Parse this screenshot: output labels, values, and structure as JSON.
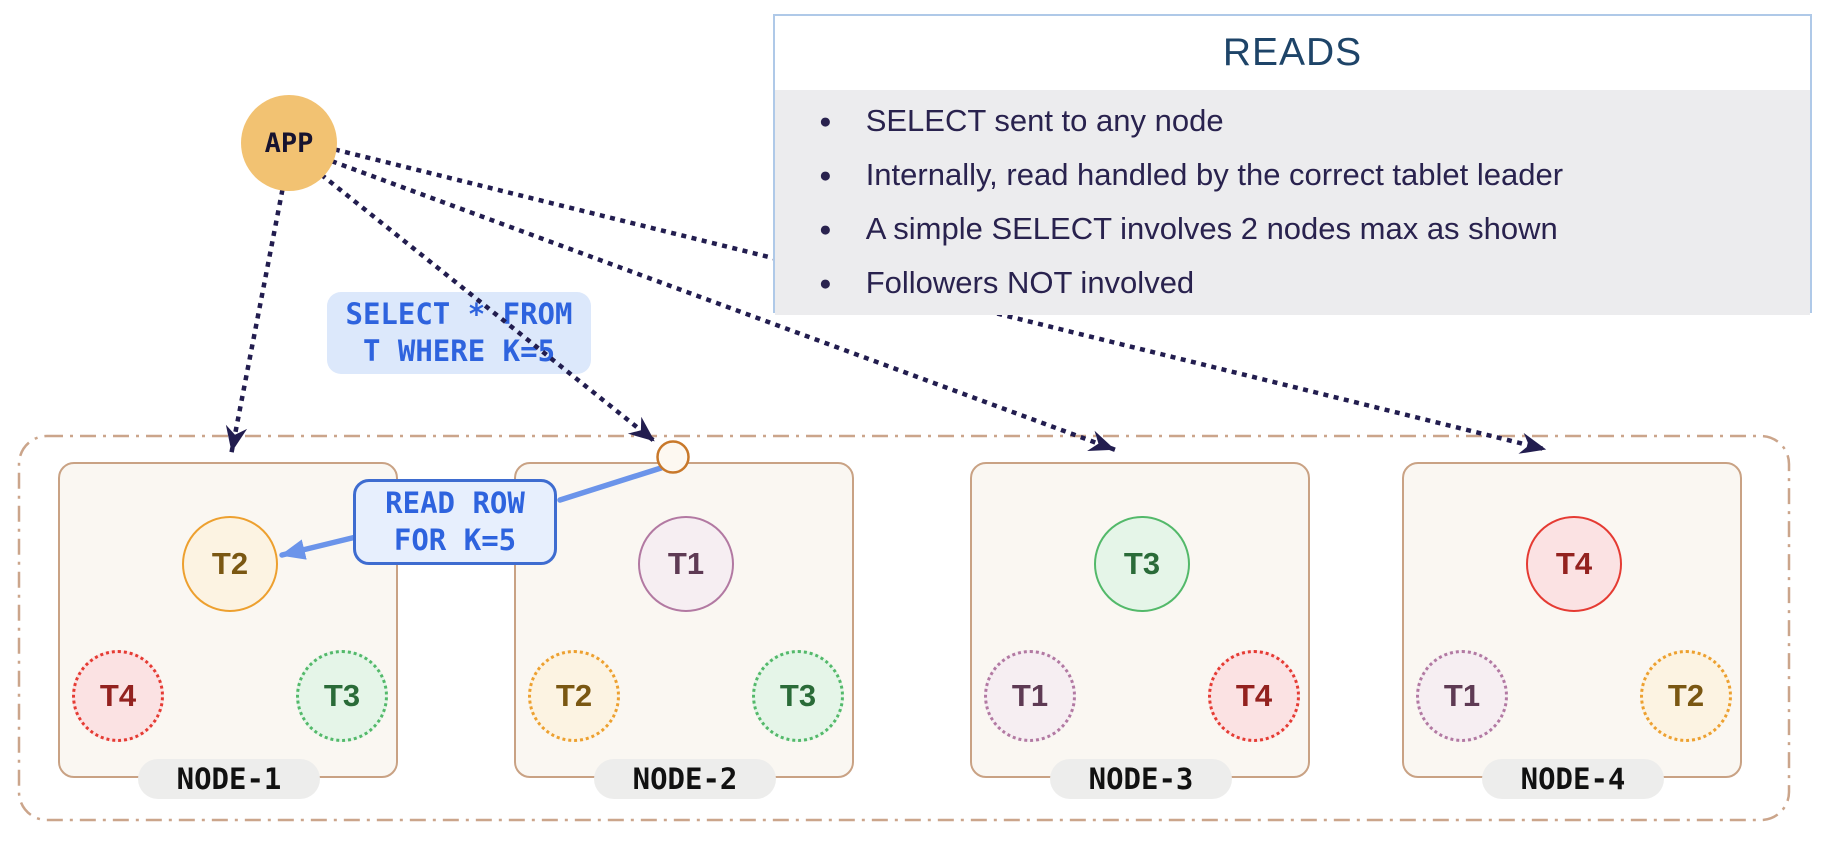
{
  "app": {
    "label": "APP"
  },
  "reads_panel": {
    "title": "READS",
    "bullets": [
      "SELECT sent to any node",
      "Internally, read handled by the correct tablet leader",
      "A simple SELECT involves 2 nodes max as shown",
      "Followers NOT involved"
    ]
  },
  "annotations": {
    "select_query": {
      "line1": "SELECT * FROM",
      "line2": "T WHERE K=5"
    },
    "read_row": {
      "line1": "READ ROW",
      "line2": "FOR K=5"
    }
  },
  "nodes": [
    {
      "name": "NODE-1",
      "tablets": [
        {
          "label": "T2",
          "role": "leader",
          "color": "orange"
        },
        {
          "label": "T4",
          "role": "follower",
          "color": "red"
        },
        {
          "label": "T3",
          "role": "follower",
          "color": "green"
        }
      ]
    },
    {
      "name": "NODE-2",
      "tablets": [
        {
          "label": "T1",
          "role": "leader",
          "color": "purple"
        },
        {
          "label": "T2",
          "role": "follower",
          "color": "orange"
        },
        {
          "label": "T3",
          "role": "follower",
          "color": "green"
        }
      ]
    },
    {
      "name": "NODE-3",
      "tablets": [
        {
          "label": "T3",
          "role": "leader",
          "color": "green"
        },
        {
          "label": "T1",
          "role": "follower",
          "color": "purple"
        },
        {
          "label": "T4",
          "role": "follower",
          "color": "red"
        }
      ]
    },
    {
      "name": "NODE-4",
      "tablets": [
        {
          "label": "T4",
          "role": "leader",
          "color": "red"
        },
        {
          "label": "T1",
          "role": "follower",
          "color": "purple"
        },
        {
          "label": "T2",
          "role": "follower",
          "color": "orange"
        }
      ]
    }
  ],
  "colors": {
    "app_fill": "#f2c272",
    "dotted_arrow": "#221d4f",
    "solid_arrow": "#6b94ea",
    "query_text": "#2e63de",
    "query_bg": "#dce8fb",
    "readrow_border": "#3e6cd0",
    "reads_title": "#1e4468",
    "reads_body_bg": "#ececee",
    "reads_border": "#afc9e8",
    "node_border": "#c9a284",
    "node_fill": "#faf7f2",
    "outer_border": "#cba58b",
    "tablet_orange": "#eda02f",
    "tablet_red": "#e53b33",
    "tablet_green": "#53b96a",
    "tablet_purple": "#b279a2"
  }
}
